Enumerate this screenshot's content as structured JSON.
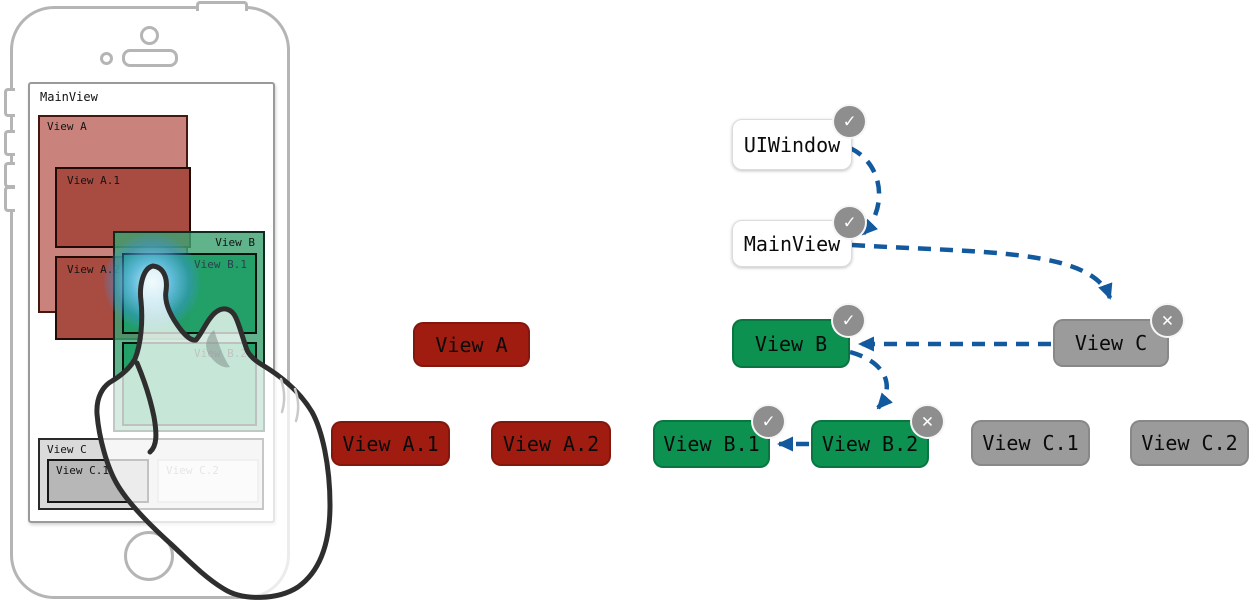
{
  "phone": {
    "main_view_label": "MainView",
    "views": {
      "a": {
        "label": "View A"
      },
      "a1": {
        "label": "View A.1"
      },
      "a2": {
        "label": "View A.2"
      },
      "b": {
        "label": "View B"
      },
      "b1": {
        "label": "View B.1"
      },
      "b2": {
        "label": "View B.2"
      },
      "c": {
        "label": "View C"
      },
      "c1": {
        "label": "View C.1"
      },
      "c2": {
        "label": "View C.2"
      }
    }
  },
  "tree": {
    "uiwindow": {
      "label": "UIWindow",
      "badge": "check"
    },
    "mainview": {
      "label": "MainView",
      "badge": "check"
    },
    "view_a": {
      "label": "View A",
      "badge": "none"
    },
    "view_b": {
      "label": "View B",
      "badge": "check"
    },
    "view_c": {
      "label": "View C",
      "badge": "cross"
    },
    "view_a1": {
      "label": "View A.1",
      "badge": "none"
    },
    "view_a2": {
      "label": "View A.2",
      "badge": "none"
    },
    "view_b1": {
      "label": "View B.1",
      "badge": "check"
    },
    "view_b2": {
      "label": "View B.2",
      "badge": "cross"
    },
    "view_c1": {
      "label": "View C.1",
      "badge": "none"
    },
    "view_c2": {
      "label": "View C.2",
      "badge": "none"
    }
  },
  "badges": {
    "check_glyph": "✓",
    "cross_glyph": "✕"
  },
  "edges": [
    {
      "from": "UIWindow",
      "to": "MainView"
    },
    {
      "from": "MainView",
      "to": "View C"
    },
    {
      "from": "View C",
      "to": "View B"
    },
    {
      "from": "View B",
      "to": "View B.2"
    },
    {
      "from": "View B.2",
      "to": "View B.1"
    }
  ],
  "colors": {
    "node_red": "#a01c10",
    "node_green": "#0c9150",
    "node_gray": "#9b9b9b",
    "badge_gray": "#8e8e8e",
    "arrow_blue": "#13599e",
    "phone_outline": "#b5b5b5",
    "view_a_fill": "#c9837c",
    "view_a_child_fill": "#a84b41",
    "view_b_fill": "#3ea271",
    "view_c_fill": "#dadada"
  }
}
